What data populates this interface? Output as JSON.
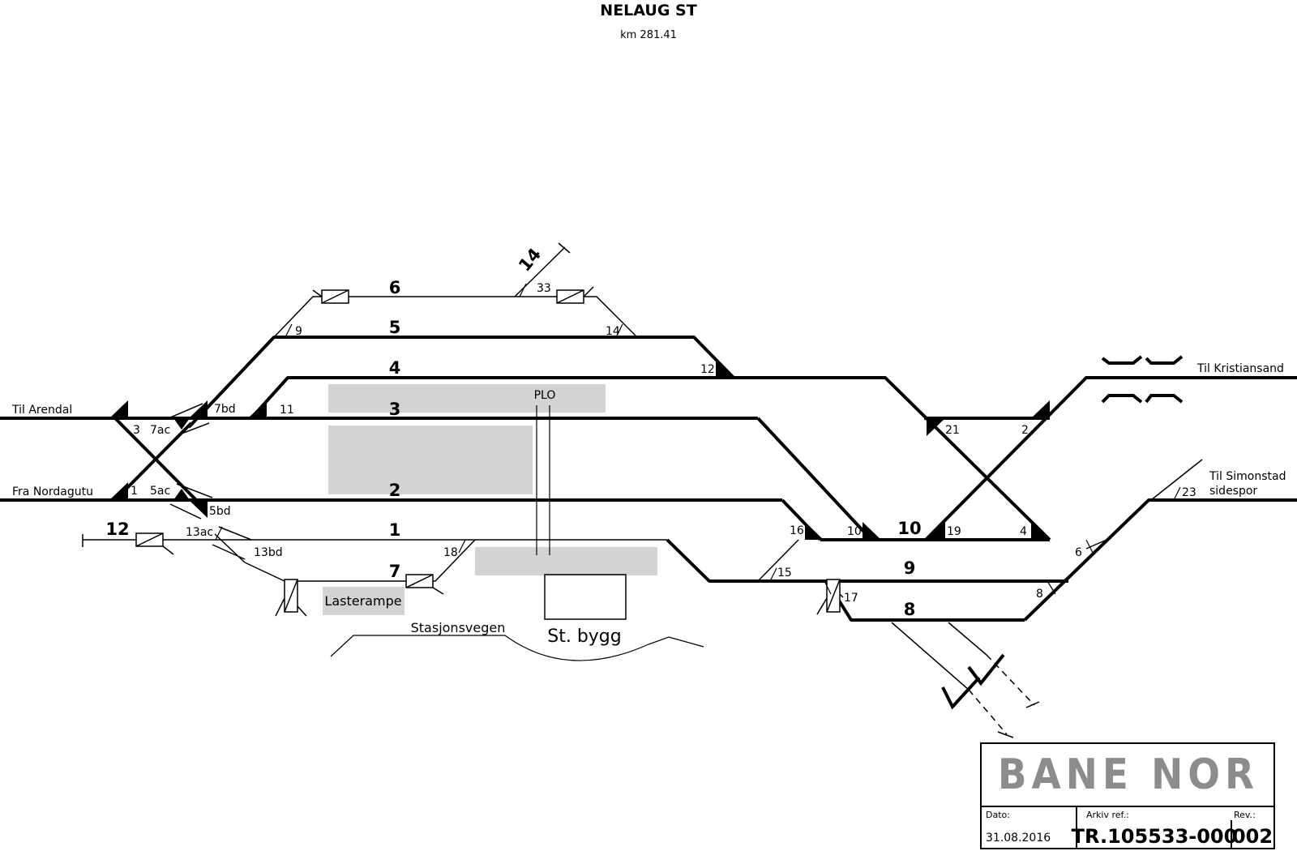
{
  "title": "NELAUG ST",
  "subtitle": "km 281.41",
  "destinations": {
    "til_arendal": "Til Arendal",
    "fra_nordagutu": "Fra Nordagutu",
    "til_kristiansand": "Til Kristiansand",
    "til_simonstad_1": "Til Simonstad",
    "til_simonstad_2": "sidespor"
  },
  "tracks": {
    "t1": "1",
    "t2": "2",
    "t3": "3",
    "t4": "4",
    "t5": "5",
    "t6": "6",
    "t7": "7",
    "t8": "8",
    "t9": "9",
    "t10": "10",
    "t12": "12",
    "t14": "14"
  },
  "switches": {
    "s1": "1",
    "s2": "2",
    "s3": "3",
    "s4": "4",
    "s5ac": "5ac",
    "s5bd": "5bd",
    "s6": "6",
    "s7ac": "7ac",
    "s7bd": "7bd",
    "s8": "8",
    "s9": "9",
    "s10": "10",
    "s11": "11",
    "s12": "12",
    "s13ac": "13ac",
    "s13bd": "13bd",
    "s14": "14",
    "s15": "15",
    "s16": "16",
    "s17": "17",
    "s18": "18",
    "s19": "19",
    "s21": "21",
    "s23": "23",
    "s33": "33"
  },
  "areas": {
    "plo": "PLO",
    "lasterampe": "Lasterampe",
    "stasjonsvegen": "Stasjonsvegen",
    "st_bygg": "St. bygg"
  },
  "title_block": {
    "brand": "BANE NOR",
    "dato_label": "Dato:",
    "dato_value": "31.08.2016",
    "arkiv_label": "Arkiv ref.:",
    "arkiv_value": "TR.105533-000",
    "rev_label": "Rev.:",
    "rev_value": "002"
  },
  "colors": {
    "line": "#000000",
    "platform": "#d3d3d3",
    "brand": "#8c8c8c"
  }
}
